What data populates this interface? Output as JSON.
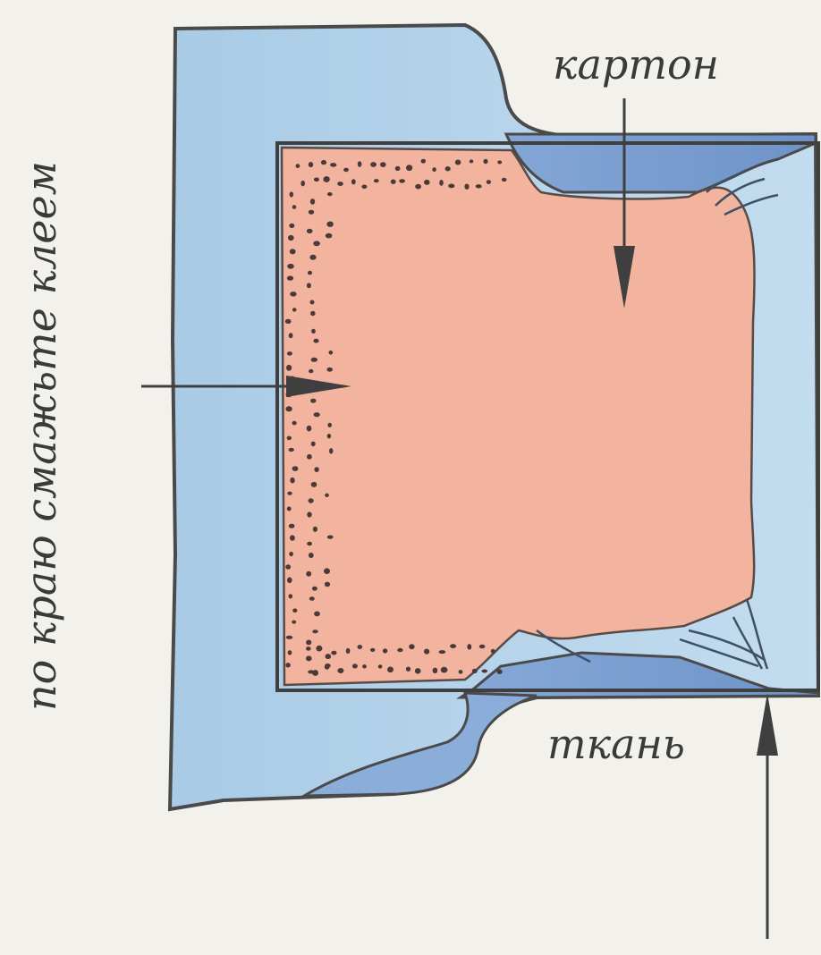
{
  "labels": {
    "cardboard": "картон",
    "fabric": "ткань",
    "side_note": "по краю смажьте клеем"
  },
  "colors": {
    "background": "#f3f1ec",
    "fabric_light": "#b6d3ea",
    "fabric_dark": "#7b9fd0",
    "cardboard": "#f2b49e",
    "outline": "#3f3f3f",
    "glue_dots": "#4a3a38"
  }
}
